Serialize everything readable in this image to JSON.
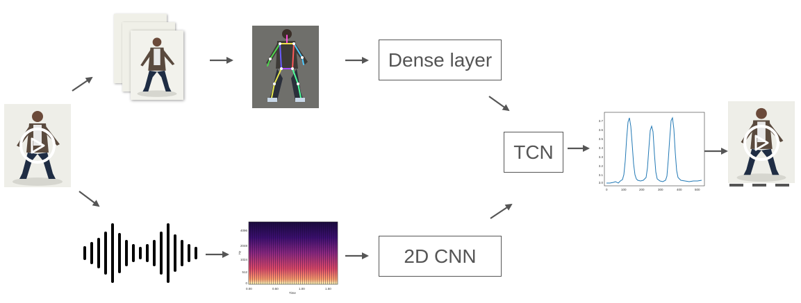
{
  "nodes": {
    "dense_layer": {
      "label": "Dense layer"
    },
    "tcn": {
      "label": "TCN"
    },
    "cnn_2d": {
      "label": "2D CNN"
    }
  },
  "icons": {
    "input_video": "video-play-icon",
    "frames": "frame-stack-icon",
    "pose": "pose-skeleton-icon",
    "audio": "audio-waveform-icon",
    "spectrogram": "spectrogram-icon",
    "signal_plot": "signal-plot-icon",
    "output_video": "video-play-icon"
  },
  "spectrogram": {
    "ytick_labels": [
      "4096",
      "2048",
      "1024",
      "512",
      "0"
    ],
    "xtick_labels": [
      "0.00",
      "0.50",
      "1.00",
      "1.50"
    ],
    "xlabel": "Time",
    "ylabel": "Hz"
  },
  "signal_plot": {
    "ytick_labels": [
      "3.7",
      "3.6",
      "3.5",
      "3.4",
      "3.3",
      "3.2",
      "3.1",
      "3.0"
    ],
    "xtick_labels": [
      "0",
      "100",
      "200",
      "300",
      "400",
      "500"
    ]
  },
  "colors": {
    "arrow": "#555555",
    "box_border": "#555555",
    "plot_line": "#1f77b4"
  }
}
